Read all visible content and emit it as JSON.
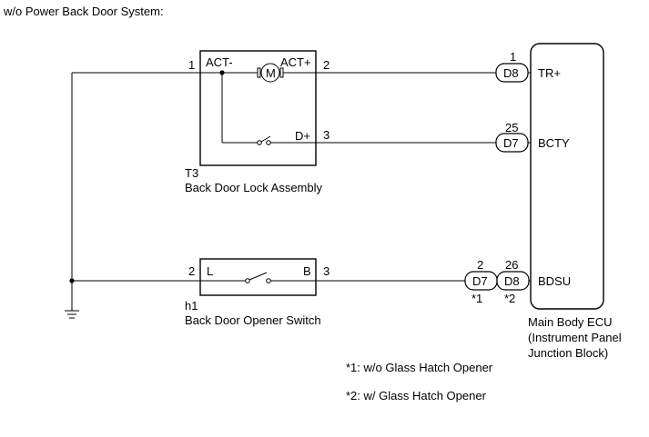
{
  "title": "w/o Power Back Door System:",
  "lock_assembly": {
    "code": "T3",
    "name": "Back Door Lock Assembly",
    "pin1": "1",
    "pin2": "2",
    "pin3": "3",
    "act_minus": "ACT-",
    "act_plus": "ACT+",
    "d_plus": "D+",
    "motor": "M"
  },
  "opener_switch": {
    "code": "h1",
    "name": "Back Door Opener Switch",
    "pin_l_num": "2",
    "pin_l": "L",
    "pin_b": "B",
    "pin_b_num": "3"
  },
  "ecu": {
    "name_line1": "Main Body ECU",
    "name_line2": "(Instrument Panel",
    "name_line3": "Junction Block)",
    "terminals": {
      "tr_plus": {
        "pin": "1",
        "connector": "D8",
        "label": "TR+"
      },
      "bcty": {
        "pin": "25",
        "connector": "D7",
        "label": "BCTY"
      },
      "bdsu": {
        "pin_a": "2",
        "connector_a": "D7",
        "note_a": "*1",
        "pin_b": "26",
        "connector_b": "D8",
        "note_b": "*2",
        "label": "BDSU"
      }
    }
  },
  "notes": {
    "note1": "*1: w/o Glass Hatch Opener",
    "note2": "*2: w/ Glass Hatch Opener"
  }
}
